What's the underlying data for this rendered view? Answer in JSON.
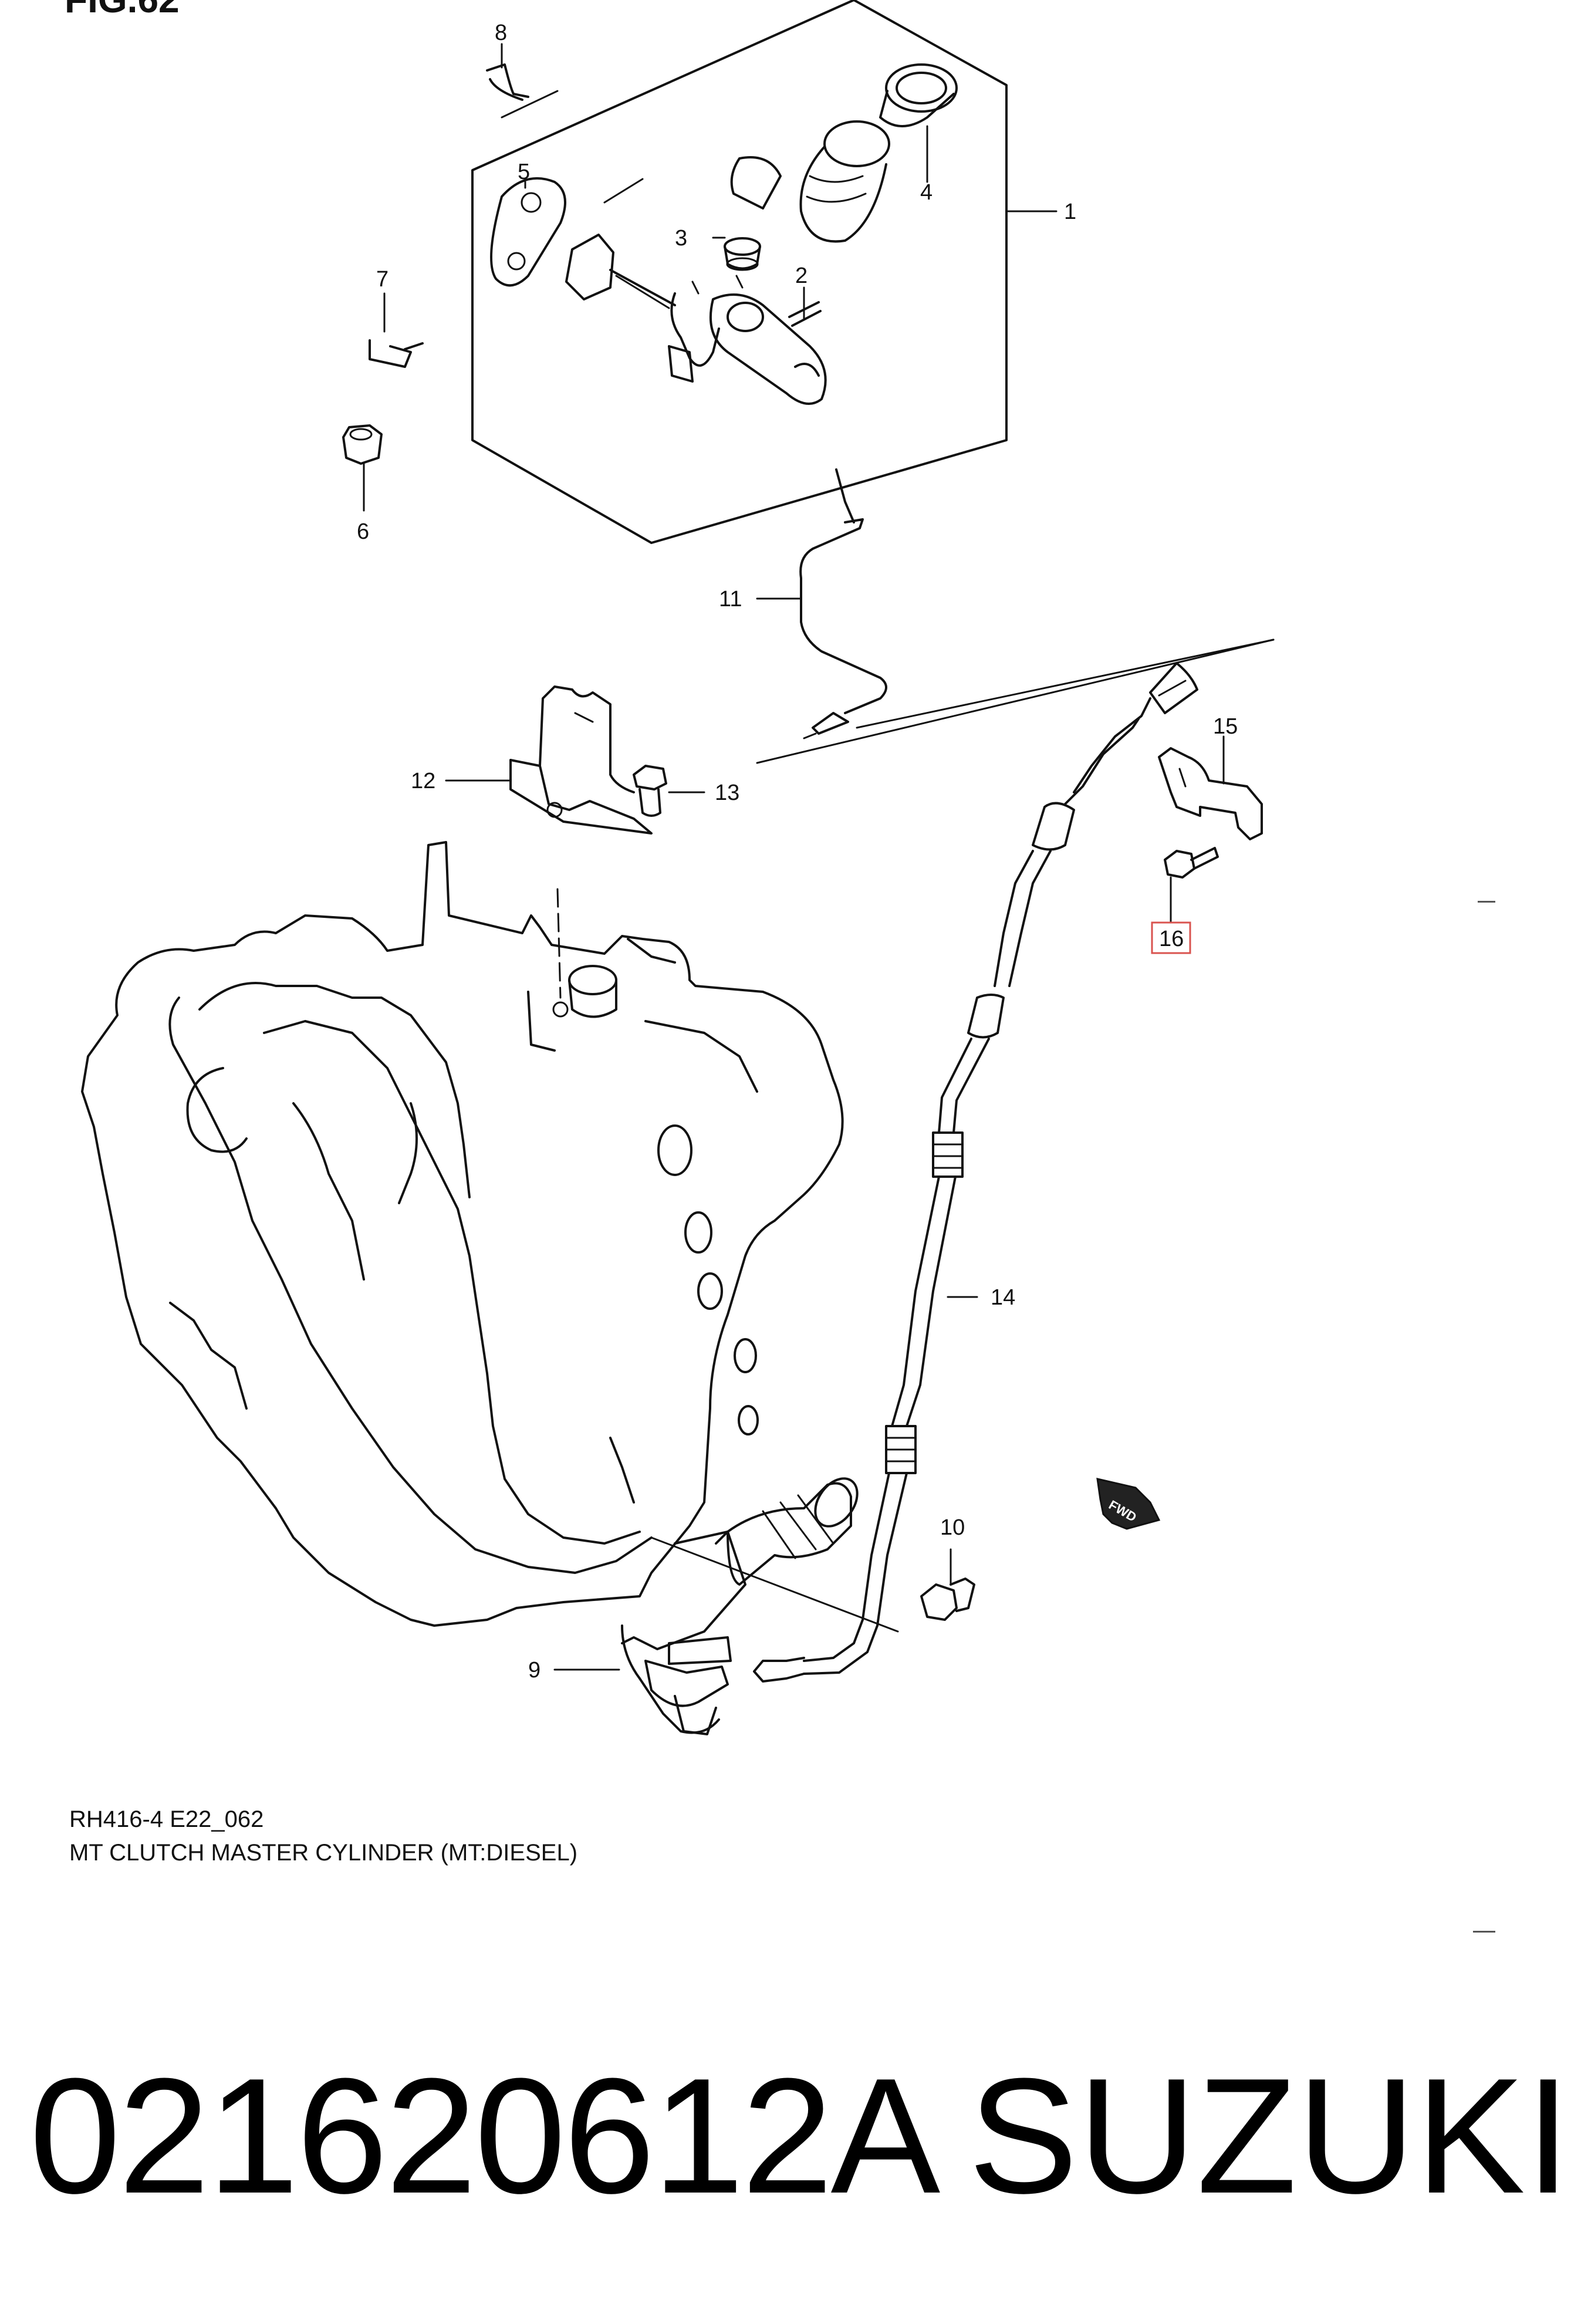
{
  "figure": {
    "title": "FIG.62"
  },
  "caption": {
    "code": "RH416-4 E22_062",
    "title": "MT CLUTCH MASTER CYLINDER (MT:DIESEL)"
  },
  "callouts": [
    "1",
    "2",
    "3",
    "4",
    "5",
    "6",
    "7",
    "8",
    "9",
    "10",
    "11",
    "12",
    "13",
    "14",
    "15",
    "16"
  ],
  "highlighted_callout": "16",
  "fwd_label": "FWD",
  "footer": {
    "part_number": "021620612A",
    "brand": "SUZUKI"
  },
  "colors": {
    "line": "#111111",
    "highlight_box": "#d9534f",
    "background": "#ffffff"
  }
}
